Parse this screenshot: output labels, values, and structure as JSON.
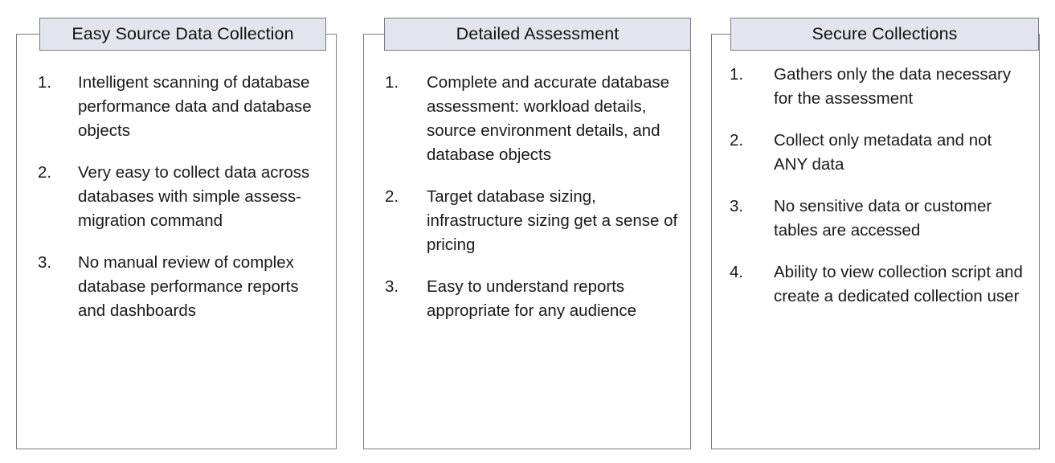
{
  "slide": {
    "background_color": "#FFFFFF",
    "header_fill_color": "#E4E4EF",
    "border_color": "#7A7A82",
    "text_color": "#1A1A1A"
  },
  "columns": [
    {
      "id": "easy-source-data-collection",
      "header": "Easy Source Data Collection",
      "items": [
        {
          "number": "1.",
          "text": "Intelligent scanning of database performance data and database objects"
        },
        {
          "number": "2.",
          "text": "Very easy to collect data across databases with simple assess-migration command"
        },
        {
          "number": "3.",
          "text": "No manual review of complex database performance reports and dashboards"
        }
      ]
    },
    {
      "id": "detailed-assessment",
      "header": "Detailed Assessment",
      "items": [
        {
          "number": "1.",
          "text": "Complete and accurate database assessment: workload details, source environment details, and database objects"
        },
        {
          "number": "2.",
          "text": "Target database sizing, infrastructure sizing get a sense of pricing"
        },
        {
          "number": "3.",
          "text": "Easy to understand reports appropriate for any audience"
        }
      ]
    },
    {
      "id": "secure-collections",
      "header": "Secure Collections",
      "items": [
        {
          "number": "1.",
          "text": "Gathers only the data necessary for the assessment"
        },
        {
          "number": "2.",
          "text": "Collect only metadata and not ANY data"
        },
        {
          "number": "3.",
          "text": "No sensitive data or customer tables are accessed"
        },
        {
          "number": "4.",
          "text": "Ability to view collection script and create a dedicated collection user"
        }
      ]
    }
  ]
}
